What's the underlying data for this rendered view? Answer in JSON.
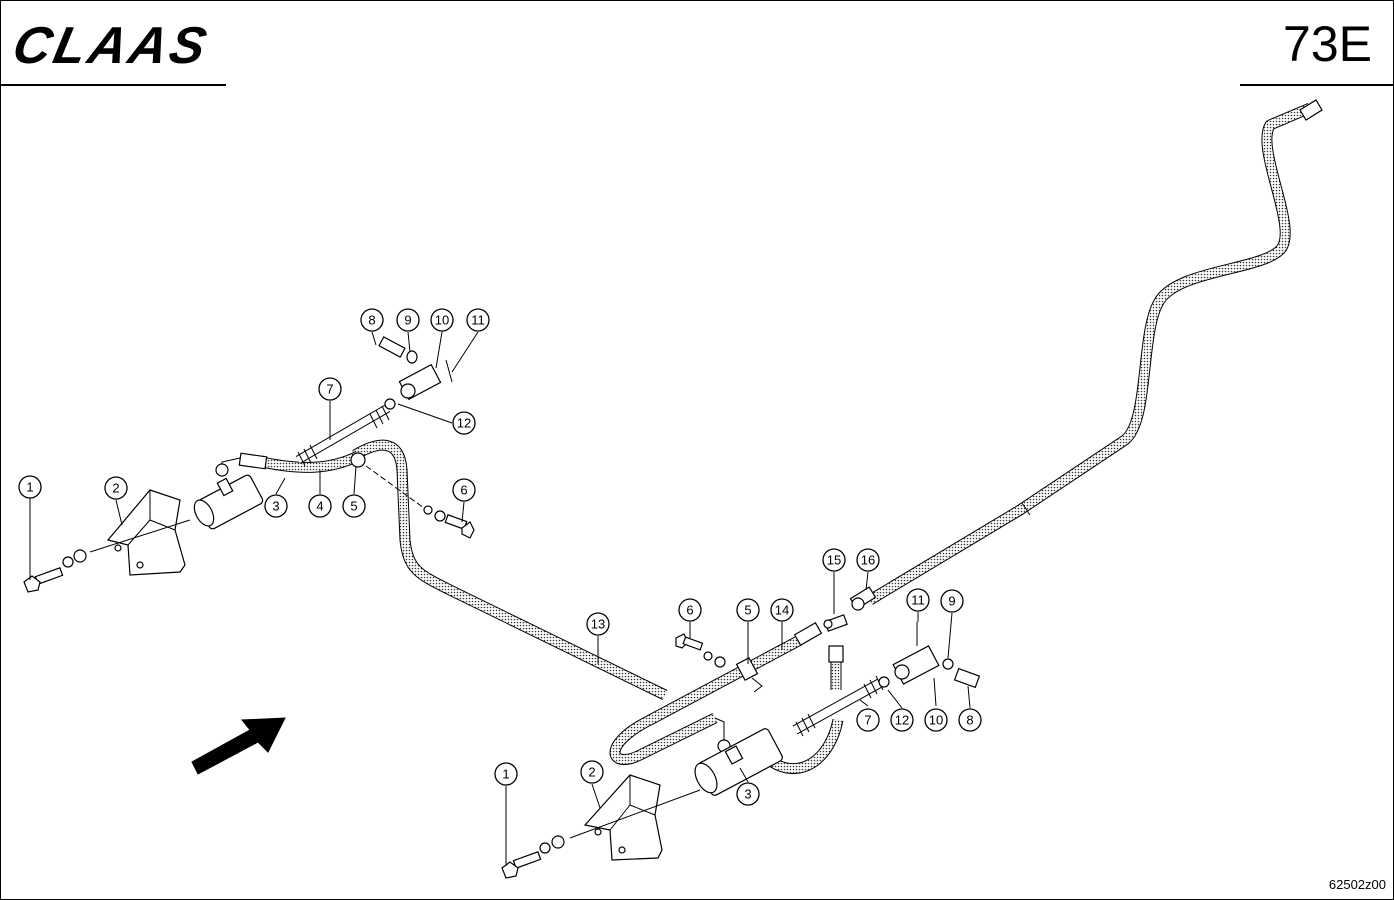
{
  "header": {
    "logo": "CLAAS",
    "page_code": "73E"
  },
  "footer": {
    "drawing_id": "62502z00"
  },
  "callouts": [
    {
      "label": "1"
    },
    {
      "label": "2"
    },
    {
      "label": "3"
    },
    {
      "label": "4"
    },
    {
      "label": "5"
    },
    {
      "label": "6"
    },
    {
      "label": "7"
    },
    {
      "label": "8"
    },
    {
      "label": "9"
    },
    {
      "label": "10"
    },
    {
      "label": "11"
    },
    {
      "label": "12"
    },
    {
      "label": "1"
    },
    {
      "label": "2"
    },
    {
      "label": "3"
    },
    {
      "label": "13"
    },
    {
      "label": "6"
    },
    {
      "label": "5"
    },
    {
      "label": "14"
    },
    {
      "label": "15"
    },
    {
      "label": "16"
    },
    {
      "label": "11"
    },
    {
      "label": "9"
    },
    {
      "label": "7"
    },
    {
      "label": "12"
    },
    {
      "label": "10"
    },
    {
      "label": "8"
    }
  ]
}
